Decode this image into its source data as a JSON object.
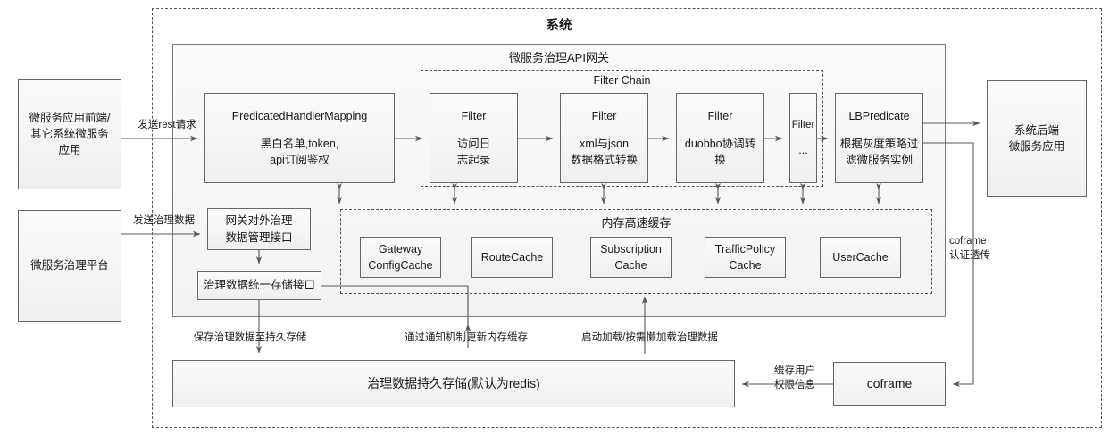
{
  "diagram": {
    "title": "系统",
    "outer_border": "dashed"
  },
  "external_nodes": [
    {
      "id": "frontend",
      "label_lines": [
        "微服务应用前端/",
        "其它系统微服务",
        "应用"
      ]
    },
    {
      "id": "platform",
      "label_lines": [
        "微服务治理平台"
      ]
    },
    {
      "id": "backend",
      "label_lines": [
        "系统后端",
        "微服务应用"
      ]
    }
  ],
  "gateway": {
    "title": "微服务治理API网关",
    "handler": {
      "title": "PredicatedHandlerMapping",
      "sub_lines": [
        "黑白名单,token,",
        "api订阅鉴权"
      ]
    },
    "filter_chain": {
      "title": "Filter Chain",
      "filters": [
        {
          "title": "Filter",
          "sub_lines": [
            "访问日",
            "志起录"
          ]
        },
        {
          "title": "Filter",
          "sub_lines": [
            "xml与json",
            "数据格式转换"
          ]
        },
        {
          "title": "Filter",
          "sub_lines": [
            "duobbo协调转",
            "换"
          ]
        },
        {
          "title": "Filter",
          "sub_lines": [
            "..."
          ]
        }
      ]
    },
    "lbpredicate": {
      "title": "LBPredicate",
      "sub_lines": [
        "根据灰度策略过",
        "滤微服务实例"
      ]
    },
    "mgmt_interface": {
      "label_lines": [
        "网关对外治理",
        "数据管理接口"
      ]
    },
    "storage_interface": {
      "label_lines": [
        "治理数据统一存储接口"
      ]
    },
    "cache": {
      "title": "内存高速缓存",
      "items": [
        {
          "label_lines": [
            "Gateway",
            "ConfigCache"
          ]
        },
        {
          "label_lines": [
            "RouteCache"
          ]
        },
        {
          "label_lines": [
            "Subscription",
            "Cache"
          ]
        },
        {
          "label_lines": [
            "TrafficPolicy",
            "Cache"
          ]
        },
        {
          "label_lines": [
            "UserCache"
          ]
        }
      ]
    }
  },
  "persistence": {
    "label": "治理数据持久存储(默认为redis)"
  },
  "coframe": {
    "label": "coframe"
  },
  "edge_labels": [
    {
      "id": "send-rest-request",
      "lines": [
        "发送rest请求"
      ]
    },
    {
      "id": "send-governance-data",
      "lines": [
        "发送治理数据"
      ]
    },
    {
      "id": "save-to-persistence",
      "lines": [
        "保存治理数据至持久存储"
      ]
    },
    {
      "id": "update-cache-via-notify",
      "lines": [
        "通过通知机制更新内存缓存"
      ]
    },
    {
      "id": "startup-lazy-load",
      "lines": [
        "启动加载/按需懒加载治理数据"
      ]
    },
    {
      "id": "cache-user-permission",
      "lines": [
        "缓存用户",
        "权限信息"
      ]
    },
    {
      "id": "coframe-auth-passthrough",
      "lines": [
        "coframe",
        "认证透传"
      ]
    }
  ],
  "colors": {
    "node_border": "#666666",
    "region_border": "#7a7a7a",
    "dashed_border": "#555555",
    "wire": "#5a5a5a",
    "node_fill_top": "#fbfbfb",
    "node_fill_bottom": "#efefef"
  }
}
